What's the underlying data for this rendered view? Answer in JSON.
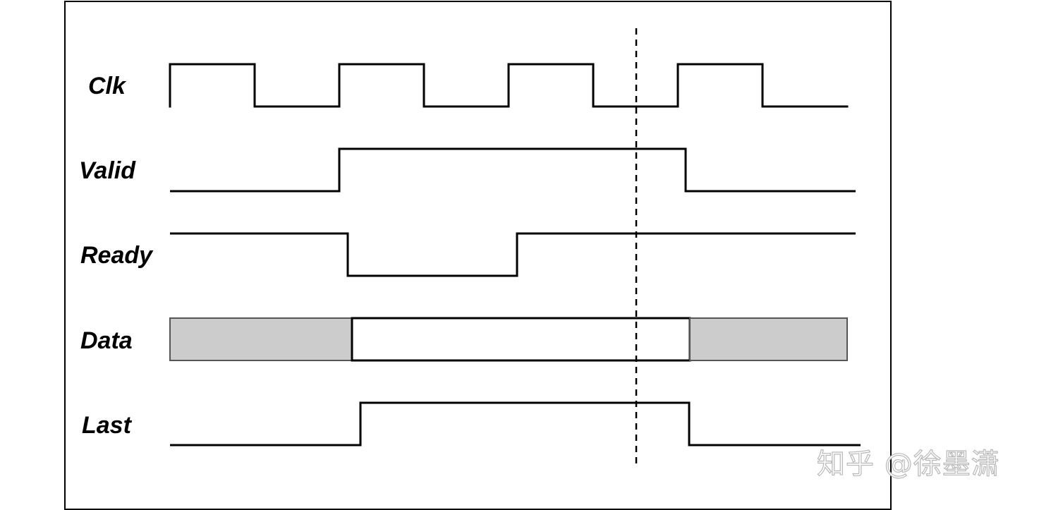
{
  "signals": [
    {
      "name": "Clk"
    },
    {
      "name": "Valid"
    },
    {
      "name": "Ready"
    },
    {
      "name": "Data"
    },
    {
      "name": "Last"
    }
  ],
  "colors": {
    "line": "#000000",
    "data_invalid_fill": "#cccccc",
    "data_valid_fill": "#ffffff",
    "watermark": "#b8b8b8"
  },
  "watermark": "知乎 @徐墨潇"
}
